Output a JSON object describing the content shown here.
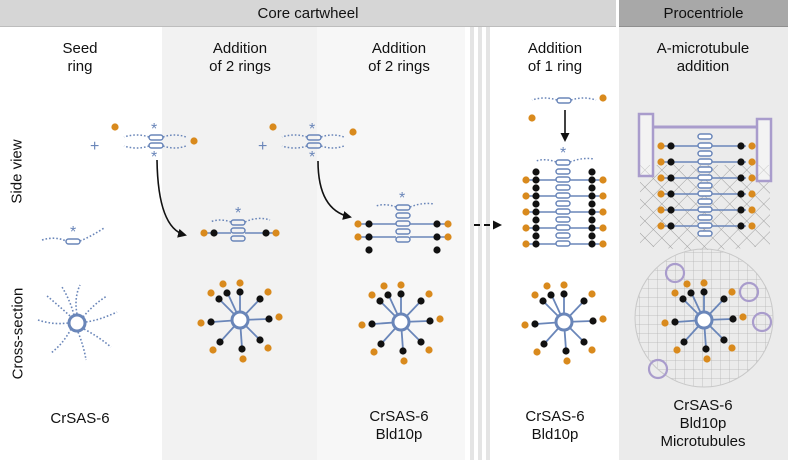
{
  "header": {
    "core": "Core cartwheel",
    "procentriole": "Procentriole"
  },
  "columns": {
    "seed": {
      "line1": "Seed",
      "line2": "ring"
    },
    "add2a": {
      "line1": "Addition",
      "line2": "of 2 rings"
    },
    "add2b": {
      "line1": "Addition",
      "line2": "of 2 rings"
    },
    "add1": {
      "line1": "Addition",
      "line2": "of 1 ring"
    },
    "amt": {
      "line1": "A-microtubule",
      "line2": "addition"
    }
  },
  "rows": {
    "side": "Side view",
    "cross": "Cross-section"
  },
  "bottom": {
    "seed": {
      "line1": "CrSAS-6"
    },
    "add2b": {
      "line1": "CrSAS-6",
      "line2": "Bld10p"
    },
    "add1": {
      "line1": "CrSAS-6",
      "line2": "Bld10p"
    },
    "amt": {
      "line1": "CrSAS-6",
      "line2": "Bld10p",
      "line3": "Microtubules"
    }
  },
  "symbols": {
    "plus": "+",
    "star": "*"
  },
  "colors": {
    "protein": "#6a86b9",
    "orange": "#d98a1d",
    "black": "#111111",
    "lilac": "#a99ccc",
    "mesh": "#9a9a9a"
  }
}
